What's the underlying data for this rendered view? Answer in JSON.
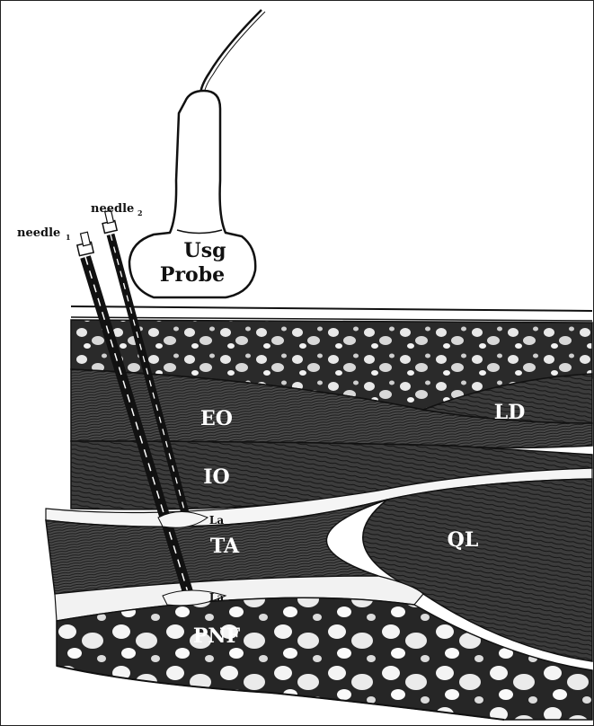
{
  "probe": {
    "line1": "Usg",
    "line2": "Probe"
  },
  "needles": [
    {
      "name": "needle",
      "subscript": "1"
    },
    {
      "name": "needle",
      "subscript": "2"
    }
  ],
  "layers": {
    "eo": "EO",
    "ld": "LD",
    "io": "IO",
    "ta": "TA",
    "ql": "QL",
    "pnf": "PNF",
    "la_upper": "La",
    "la_lower": "La"
  },
  "colors": {
    "background": "#ffffff",
    "ink": "#111111",
    "muscle": "#3a3a3a",
    "fat": "#2b2b2b",
    "label": "#ffffff"
  }
}
